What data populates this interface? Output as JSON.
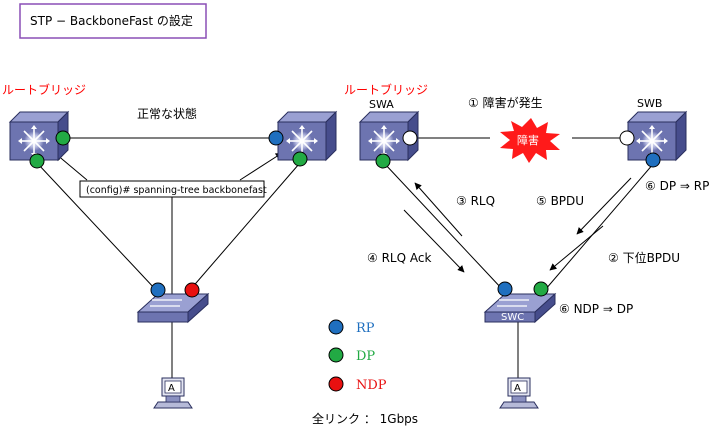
{
  "title": "STP − BackboneFast の設定",
  "left": {
    "root_label": "ルートブリッジ",
    "state_label": "正常な状態",
    "config_label": "(config)# spanning-tree backbonefast"
  },
  "right": {
    "root_label": "ルートブリッジ",
    "swa": "SWA",
    "swb": "SWB",
    "swc": "SWC",
    "failure_label": "① 障害が発生",
    "failure_burst": "障害",
    "rlq": "③ RLQ",
    "bpdu": "⑤ BPDU",
    "dp_rp": "⑥ DP ⇒ RP",
    "rlq_ack": "④ RLQ Ack",
    "inferior_bpdu": "② 下位BPDU",
    "ndp_dp": "⑥ NDP ⇒ DP"
  },
  "host_label": "A",
  "legend": [
    {
      "label": "RP",
      "color": "#1f6fbf",
      "text_color": "#1f6fbf"
    },
    {
      "label": "DP",
      "color": "#22aa44",
      "text_color": "#22aa44"
    },
    {
      "label": "NDP",
      "color": "#e81010",
      "text_color": "#e81010"
    }
  ],
  "footer": "全リンク ： 1Gbps",
  "colors": {
    "switch_front": "#6d74b0",
    "switch_side": "#464d8c",
    "switch_top": "#9aa0d2",
    "title_border": "#8a4fb5",
    "burst": "#ff1a1a"
  }
}
